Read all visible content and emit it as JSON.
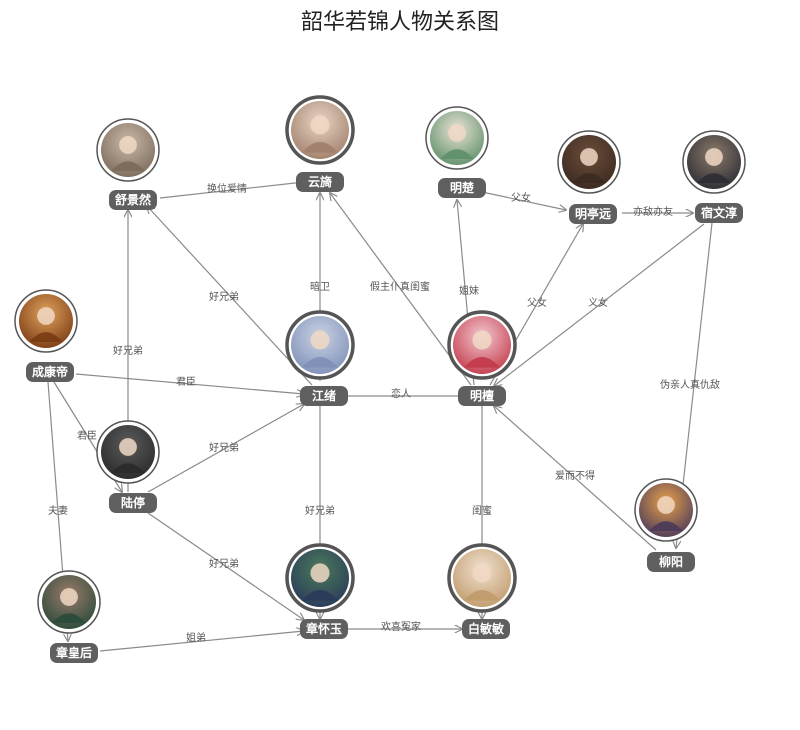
{
  "title": "韶华若锦人物关系图",
  "colors": {
    "edge": "#8a8a8a",
    "pill": "#5f5f5f",
    "ring": "#555555"
  },
  "nodes": [
    {
      "id": "shujingran",
      "name": "舒景然",
      "avatar": [
        "#c9b8a6",
        "#7a6a5a"
      ]
    },
    {
      "id": "yunyi",
      "name": "云旖",
      "avatar": [
        "#e8d3c4",
        "#a07f6a"
      ]
    },
    {
      "id": "mingchu",
      "name": "明楚",
      "avatar": [
        "#e9e2d5",
        "#5e8f6a"
      ]
    },
    {
      "id": "mingtingyuan",
      "name": "明亭远",
      "avatar": [
        "#6b4c3a",
        "#3a2a20"
      ]
    },
    {
      "id": "suwenchun",
      "name": "宿文淳",
      "avatar": [
        "#8a7a6a",
        "#2c2c34"
      ]
    },
    {
      "id": "chengkangdi",
      "name": "成康帝",
      "avatar": [
        "#e0a15c",
        "#7a3b14"
      ]
    },
    {
      "id": "jiangxu",
      "name": "江绪",
      "avatar": [
        "#c9d3e3",
        "#7f8fb8"
      ]
    },
    {
      "id": "mingtan",
      "name": "明檀",
      "avatar": [
        "#f2c7cf",
        "#c23a4a"
      ]
    },
    {
      "id": "luting",
      "name": "陆停",
      "avatar": [
        "#5a5a5a",
        "#2a2a2a"
      ]
    },
    {
      "id": "liuyang",
      "name": "柳阳",
      "avatar": [
        "#e8a04a",
        "#4a3a5a"
      ]
    },
    {
      "id": "zhanghuangho",
      "name": "章皇后",
      "avatar": [
        "#9a7a6a",
        "#2a4a3a"
      ]
    },
    {
      "id": "zhanghuaiyu",
      "name": "章怀玉",
      "avatar": [
        "#4a7a5a",
        "#2a3a5a"
      ]
    },
    {
      "id": "baiminmin",
      "name": "白敏敏",
      "avatar": [
        "#f0e0d0",
        "#c09a6a"
      ]
    }
  ],
  "edges": [
    {
      "from": "shujingran",
      "to": "yunyi",
      "label": "换位爱情"
    },
    {
      "from": "mingchu",
      "to": "mingtingyuan",
      "label": "父女"
    },
    {
      "from": "mingtingyuan",
      "to": "suwenchun",
      "label": "亦敌亦友"
    },
    {
      "from": "jiangxu",
      "to": "shujingran",
      "label": "好兄弟"
    },
    {
      "from": "jiangxu",
      "to": "yunyi",
      "label": "暗卫"
    },
    {
      "from": "mingtan",
      "to": "yunyi",
      "label": "假主仆真闺蜜"
    },
    {
      "from": "mingtan",
      "to": "mingchu",
      "label": "姐妹"
    },
    {
      "from": "mingtan",
      "to": "mingtingyuan",
      "label": "父女"
    },
    {
      "from": "suwenchun",
      "to": "mingtan",
      "label": "义女"
    },
    {
      "from": "suwenchun",
      "to": "liuyang",
      "label": "伪亲人真仇敌"
    },
    {
      "from": "luting",
      "to": "shujingran",
      "label": "好兄弟"
    },
    {
      "from": "chengkangdi",
      "to": "jiangxu",
      "label": "君臣"
    },
    {
      "from": "chengkangdi",
      "to": "luting",
      "label": "君臣"
    },
    {
      "from": "chengkangdi",
      "to": "zhanghuangho",
      "label": "夫妻"
    },
    {
      "from": "jiangxu",
      "to": "mingtan",
      "label": "恋人"
    },
    {
      "from": "luting",
      "to": "jiangxu",
      "label": "好兄弟"
    },
    {
      "from": "jiangxu",
      "to": "zhanghuaiyu",
      "label": "好兄弟"
    },
    {
      "from": "luting",
      "to": "zhanghuaiyu",
      "label": "好兄弟"
    },
    {
      "from": "liuyang",
      "to": "mingtan",
      "label": "爱而不得"
    },
    {
      "from": "mingtan",
      "to": "baiminmin",
      "label": "闺蜜"
    },
    {
      "from": "zhanghuaiyu",
      "to": "baiminmin",
      "label": "欢喜冤家"
    },
    {
      "from": "zhanghuangho",
      "to": "zhanghuaiyu",
      "label": "姐弟"
    }
  ]
}
